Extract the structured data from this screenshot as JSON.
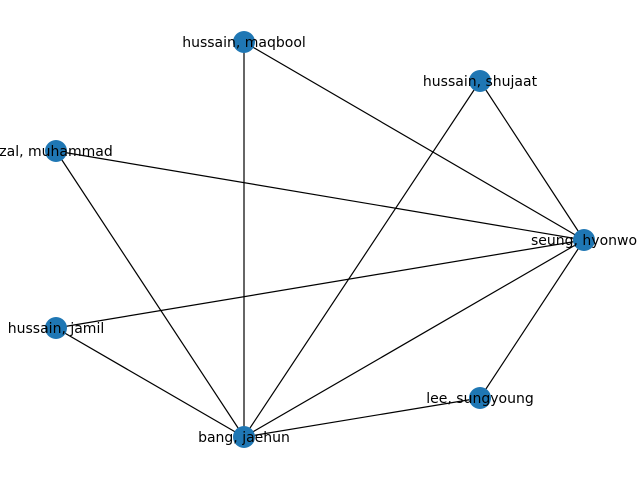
{
  "graph": {
    "node_color": "#1f77b4",
    "edge_color": "#000000",
    "nodes": [
      {
        "id": "maqbool",
        "label": "hussain, maqbool"
      },
      {
        "id": "shujaat",
        "label": "hussain, shujaat"
      },
      {
        "id": "muhammad",
        "label": "zal, muhammad"
      },
      {
        "id": "hyonwo",
        "label": "seung, hyonwo"
      },
      {
        "id": "jamil",
        "label": "hussain, jamil"
      },
      {
        "id": "sungyoung",
        "label": "lee, sungyoung"
      },
      {
        "id": "jaehun",
        "label": "bang, jaehun"
      }
    ],
    "edges": [
      [
        "maqbool",
        "hyonwo"
      ],
      [
        "maqbool",
        "jaehun"
      ],
      [
        "shujaat",
        "hyonwo"
      ],
      [
        "shujaat",
        "jaehun"
      ],
      [
        "muhammad",
        "hyonwo"
      ],
      [
        "muhammad",
        "jaehun"
      ],
      [
        "hyonwo",
        "jamil"
      ],
      [
        "hyonwo",
        "sungyoung"
      ],
      [
        "hyonwo",
        "jaehun"
      ],
      [
        "jamil",
        "jaehun"
      ],
      [
        "sungyoung",
        "jaehun"
      ]
    ]
  }
}
